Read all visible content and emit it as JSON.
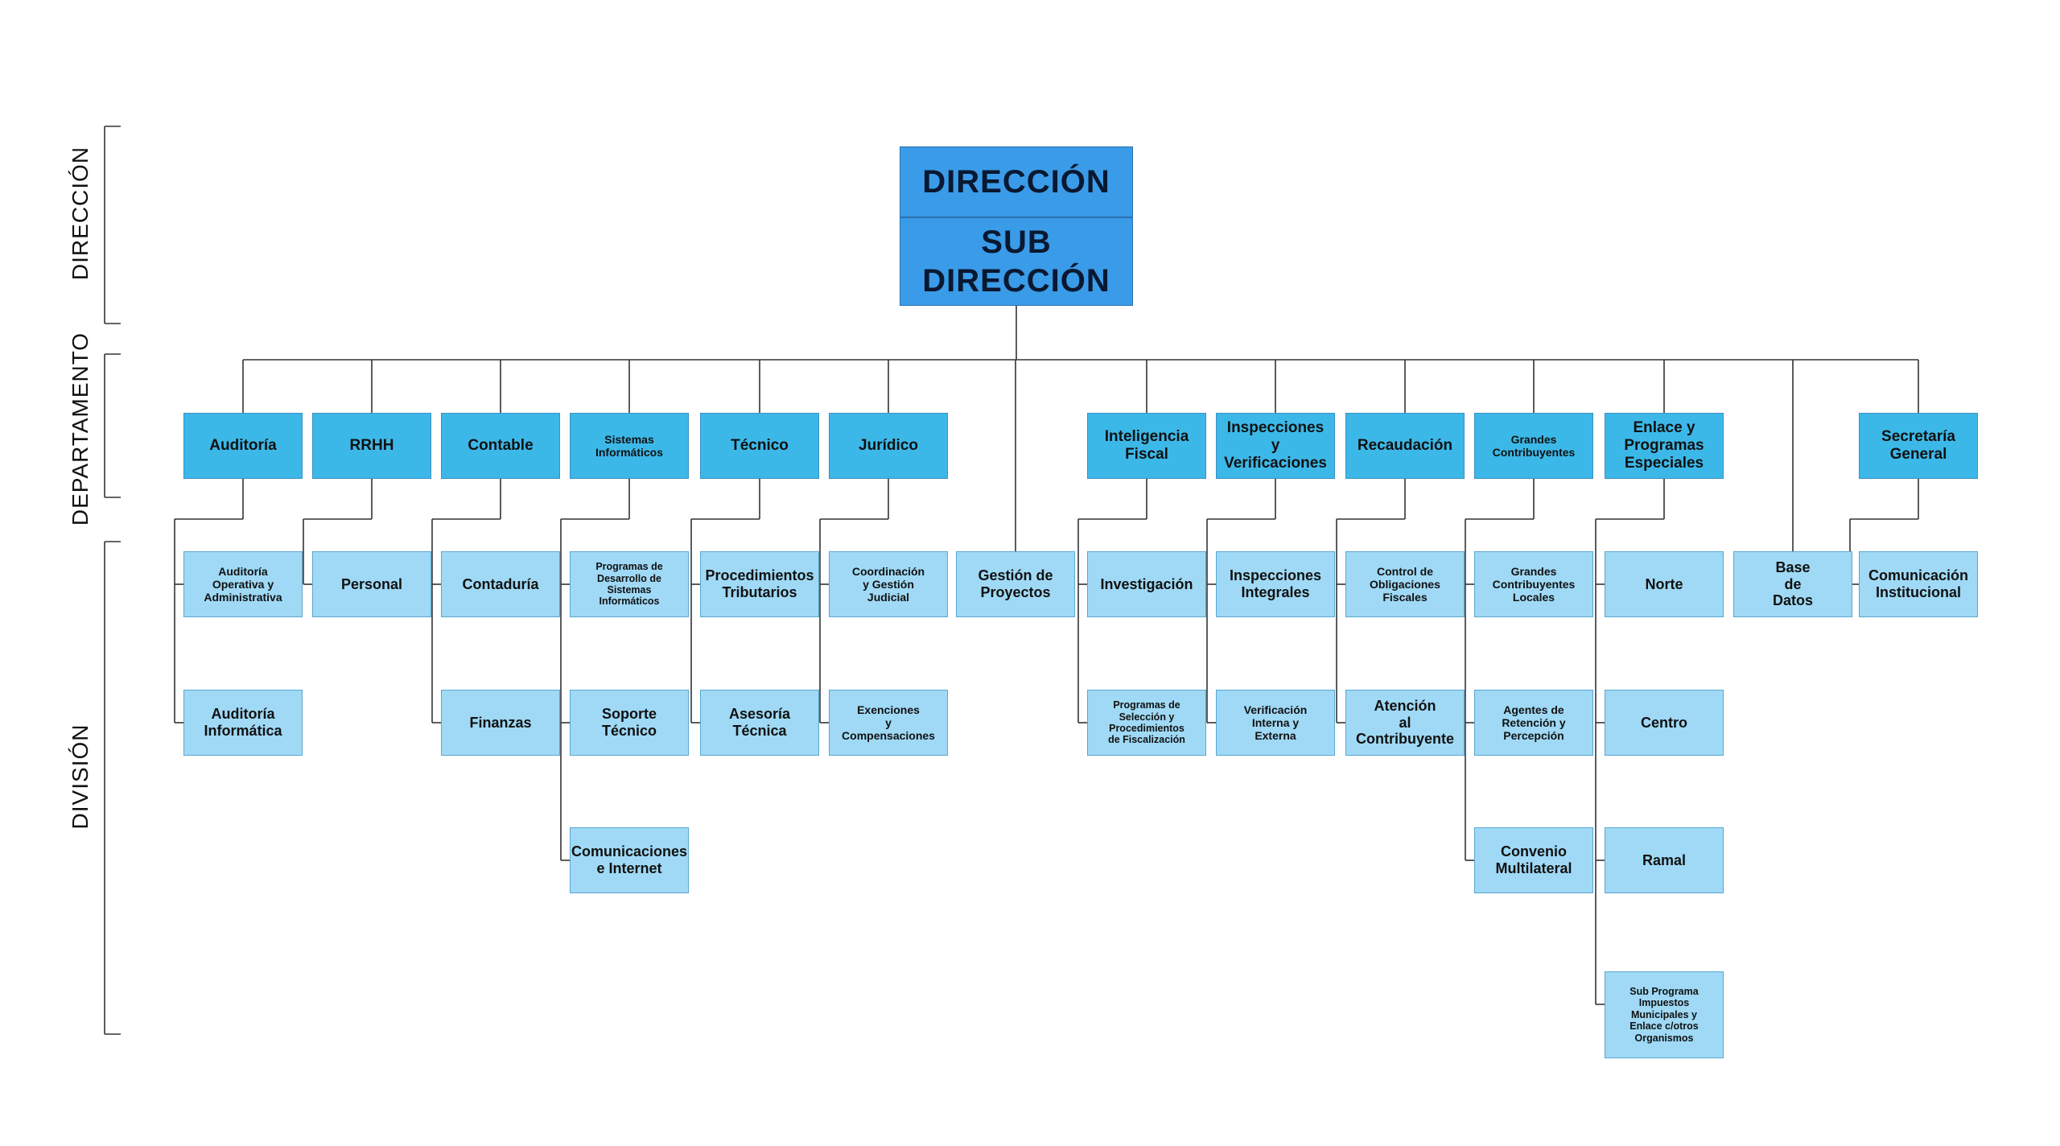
{
  "bands": {
    "direccion": "DIRECCIÓN",
    "departamento": "DEPARTAMENTO",
    "division": "DIVISIÓN"
  },
  "top": {
    "direccion": "DIRECCIÓN",
    "subdireccion": "SUB\nDIRECCIÓN"
  },
  "colors": {
    "top": "#3a9be8",
    "dept": "#3cb8e8",
    "div": "#9fd9f5",
    "line": "#333333"
  },
  "columns": [
    {
      "dept": "Auditoría",
      "divisions": [
        "Auditoría\nOperativa y\nAdministrativa",
        "Auditoría\nInformática"
      ]
    },
    {
      "dept": "RRHH",
      "divisions": [
        "Personal"
      ]
    },
    {
      "dept": "Contable",
      "divisions": [
        "Contaduría",
        "Finanzas"
      ]
    },
    {
      "dept": "Sistemas\nInformáticos",
      "divisions": [
        "Programas de\nDesarrollo de\nSistemas\nInformáticos",
        "Soporte\nTécnico",
        "Comunicaciones\ne Internet"
      ]
    },
    {
      "dept": "Técnico",
      "divisions": [
        "Procedimientos\nTributarios",
        "Asesoría\nTécnica"
      ]
    },
    {
      "dept": "Jurídico",
      "divisions": [
        "Coordinación\ny Gestión\nJudicial",
        "Exenciones\ny\nCompensaciones"
      ]
    },
    {
      "dept": "",
      "divisions": [
        "Gestión de\nProyectos"
      ]
    },
    {
      "dept": "Inteligencia\nFiscal",
      "divisions": [
        "Investigación",
        "Programas de\nSelección y\nProcedimientos\nde Fiscalización"
      ]
    },
    {
      "dept": "Inspecciones\ny\nVerificaciones",
      "divisions": [
        "Inspecciones\nIntegrales",
        "Verificación\nInterna y\nExterna"
      ]
    },
    {
      "dept": "Recaudación",
      "divisions": [
        "Control de\nObligaciones\nFiscales",
        "Atención\nal\nContribuyente"
      ]
    },
    {
      "dept": "Grandes\nContribuyentes",
      "divisions": [
        "Grandes\nContribuyentes\nLocales",
        "Agentes de\nRetención y\nPercepción",
        "Convenio\nMultilateral"
      ]
    },
    {
      "dept": "Enlace y\nProgramas\nEspeciales",
      "divisions": [
        "Norte",
        "Centro",
        "Ramal",
        "Sub Programa\nImpuestos\nMunicipales y\nEnlace c/otros\nOrganismos"
      ]
    },
    {
      "dept": "",
      "divisions": [
        "Base\nde\nDatos"
      ]
    },
    {
      "dept": "Secretaría\nGeneral",
      "divisions": [
        "Comunicación\nInstitucional"
      ]
    }
  ]
}
